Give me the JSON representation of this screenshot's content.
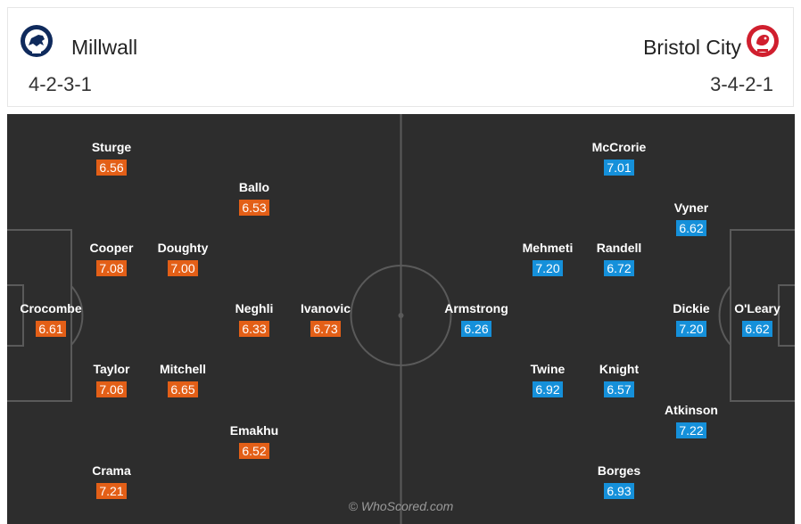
{
  "home": {
    "name": "Millwall",
    "formation": "4-2-3-1",
    "crest_icon": "millwall-lion-crest",
    "color": "#e35f17",
    "players": [
      {
        "name": "Crocombe",
        "rating": "6.61"
      },
      {
        "name": "Sturge",
        "rating": "6.56"
      },
      {
        "name": "Cooper",
        "rating": "7.08"
      },
      {
        "name": "Taylor",
        "rating": "7.06"
      },
      {
        "name": "Crama",
        "rating": "7.21"
      },
      {
        "name": "Doughty",
        "rating": "7.00"
      },
      {
        "name": "Mitchell",
        "rating": "6.65"
      },
      {
        "name": "Ballo",
        "rating": "6.53"
      },
      {
        "name": "Neghli",
        "rating": "6.33"
      },
      {
        "name": "Emakhu",
        "rating": "6.52"
      },
      {
        "name": "Ivanovic",
        "rating": "6.73"
      }
    ]
  },
  "away": {
    "name": "Bristol City",
    "formation": "3-4-2-1",
    "crest_icon": "bristol-city-robin-crest",
    "color": "#1590da",
    "players": [
      {
        "name": "O'Leary",
        "rating": "6.62"
      },
      {
        "name": "Vyner",
        "rating": "6.62"
      },
      {
        "name": "Dickie",
        "rating": "7.20"
      },
      {
        "name": "Atkinson",
        "rating": "7.22"
      },
      {
        "name": "McCrorie",
        "rating": "7.01"
      },
      {
        "name": "Randell",
        "rating": "6.72"
      },
      {
        "name": "Knight",
        "rating": "6.57"
      },
      {
        "name": "Borges",
        "rating": "6.93"
      },
      {
        "name": "Mehmeti",
        "rating": "7.20"
      },
      {
        "name": "Twine",
        "rating": "6.92"
      },
      {
        "name": "Armstrong",
        "rating": "6.26"
      }
    ]
  },
  "watermark": "© WhoScored.com"
}
